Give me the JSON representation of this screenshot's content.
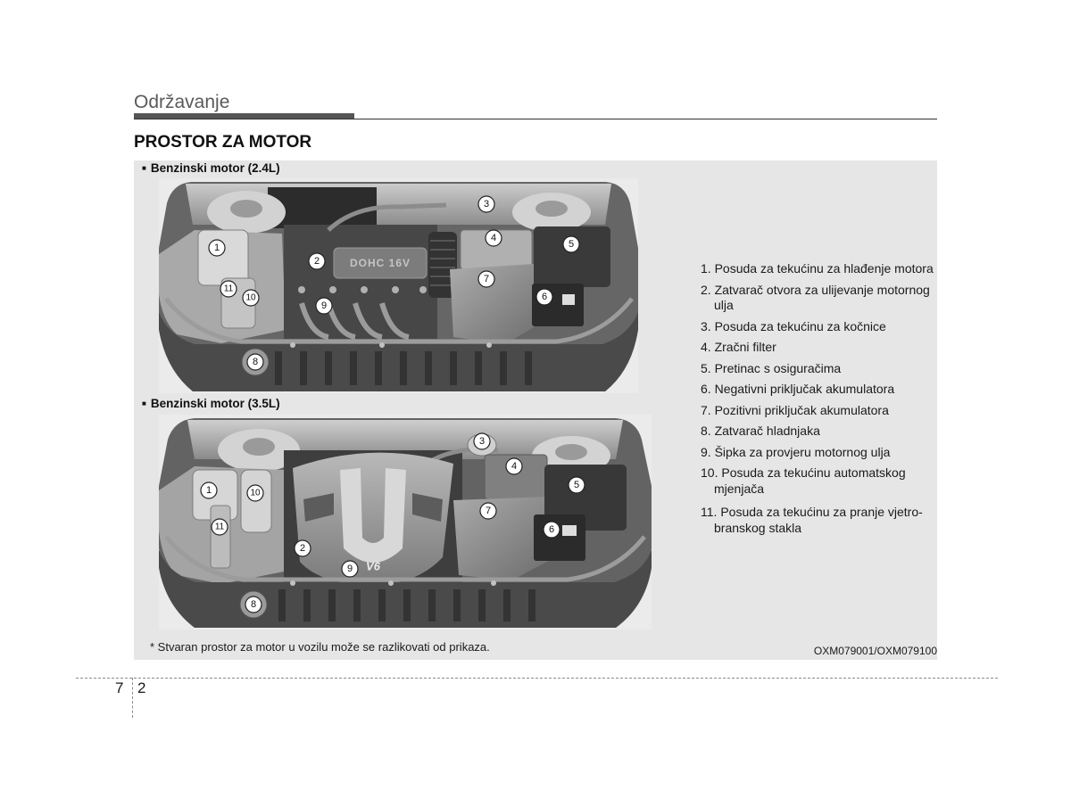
{
  "header": {
    "section": "Održavanje"
  },
  "title": "PROSTOR ZA MOTOR",
  "engines": [
    {
      "bullet": "■",
      "caption": "Benzinski motor (2.4L)",
      "photo_text": "DOHC 16V",
      "callouts": [
        "1",
        "2",
        "3",
        "4",
        "5",
        "6",
        "7",
        "8",
        "9",
        "10",
        "11"
      ]
    },
    {
      "bullet": "■",
      "caption": "Benzinski motor (3.5L)",
      "photo_text": "V6",
      "callouts": [
        "1",
        "2",
        "3",
        "4",
        "5",
        "6",
        "7",
        "8",
        "9",
        "10",
        "11"
      ]
    }
  ],
  "legend": [
    {
      "num": "1.",
      "text": "Posuda za tekućinu za hlađenje motora"
    },
    {
      "num": "2.",
      "text": "Zatvarač otvora za ulijevanje motornog ulja"
    },
    {
      "num": "3.",
      "text": "Posuda za tekućinu za kočnice"
    },
    {
      "num": "4.",
      "text": "Zračni filter"
    },
    {
      "num": "5.",
      "text": "Pretinac s osiguračima"
    },
    {
      "num": "6.",
      "text": "Negativni priključak akumulatora"
    },
    {
      "num": "7.",
      "text": "Pozitivni priključak akumulatora"
    },
    {
      "num": "8.",
      "text": "Zatvarač hladnjaka"
    },
    {
      "num": "9.",
      "text": "Šipka za provjeru motornog ulja"
    },
    {
      "num": "10.",
      "text": "Posuda za tekućinu automatskog mjenjača"
    },
    {
      "num": "11.",
      "text": "Posuda za tekućinu za pranje vjetro-branskog stakla"
    }
  ],
  "footnote": "* Stvaran prostor za motor u vozilu može se razlikovati od prikaza.",
  "image_code": "OXM079001/OXM079100",
  "page": {
    "chapter": "7",
    "number": "2"
  },
  "colors": {
    "panel_background": "#e6e6e6",
    "header_bar": "#555555",
    "section_heading": "#5a5a5a",
    "callout_fill": "#ffffff"
  }
}
